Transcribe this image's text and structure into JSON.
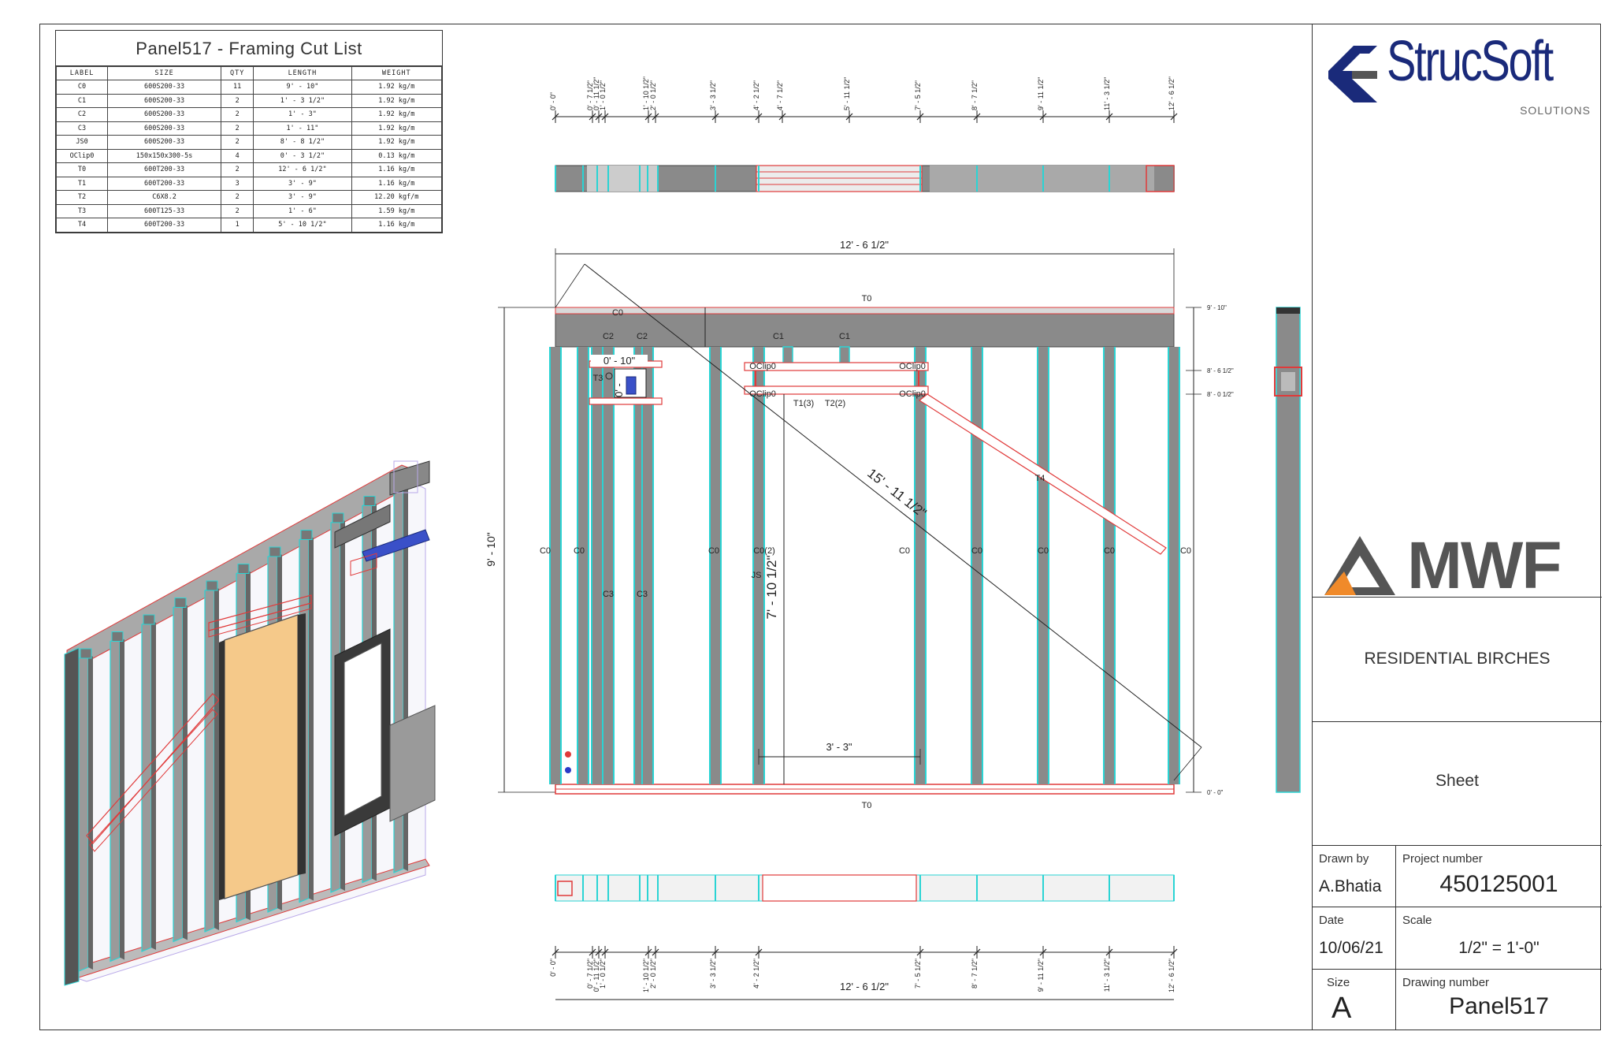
{
  "cut_list": {
    "title": "Panel517 - Framing Cut List",
    "columns": [
      "LABEL",
      "SIZE",
      "QTY",
      "LENGTH",
      "WEIGHT"
    ],
    "rows": [
      [
        "C0",
        "600S200-33",
        "11",
        "9' - 10\"",
        "1.92 kg/m"
      ],
      [
        "C1",
        "600S200-33",
        "2",
        "1' - 3 1/2\"",
        "1.92 kg/m"
      ],
      [
        "C2",
        "600S200-33",
        "2",
        "1' - 3\"",
        "1.92 kg/m"
      ],
      [
        "C3",
        "600S200-33",
        "2",
        "1' - 11\"",
        "1.92 kg/m"
      ],
      [
        "JS0",
        "600S200-33",
        "2",
        "8' - 8 1/2\"",
        "1.92 kg/m"
      ],
      [
        "OClip0",
        "150x150x300-5s",
        "4",
        "0' - 3 1/2\"",
        "0.13 kg/m"
      ],
      [
        "T0",
        "600T200-33",
        "2",
        "12' - 6 1/2\"",
        "1.16 kg/m"
      ],
      [
        "T1",
        "600T200-33",
        "3",
        "3' - 9\"",
        "1.16 kg/m"
      ],
      [
        "T2",
        "C6X8.2",
        "2",
        "3' - 9\"",
        "12.20 kgf/m"
      ],
      [
        "T3",
        "600T125-33",
        "2",
        "1' - 6\"",
        "1.59 kg/m"
      ],
      [
        "T4",
        "600T200-33",
        "1",
        "5' - 10 1/2\"",
        "1.16 kg/m"
      ]
    ]
  },
  "top_dims": [
    "0' - 0\"",
    "0' - 7 1/2\"",
    "0' - 11 1/2\"",
    "1' - 0 1/2\"",
    "1' - 10 1/2\"",
    "2' - 0 1/2\"",
    "3' - 3 1/2\"",
    "4' - 2 1/2\"",
    "4' - 7 1/2\"",
    "5' - 11 1/2\"",
    "7' - 5 1/2\"",
    "8' - 7 1/2\"",
    "9' - 11 1/2\"",
    "11' - 3 1/2\"",
    "12' - 6 1/2\""
  ],
  "bottom_dims": [
    "0' - 0\"",
    "0' - 7 1/2\"",
    "0' - 11 1/2\"",
    "1' - 0 1/2\"",
    "1' - 10 1/2\"",
    "2' - 0 1/2\"",
    "3' - 3 1/2\"",
    "4' - 2 1/2\"",
    "7' - 5 1/2\"",
    "8' - 7 1/2\"",
    "9' - 11 1/2\"",
    "11' - 3 1/2\"",
    "12' - 6 1/2\""
  ],
  "elevation": {
    "overall_width": "12' - 6 1/2\"",
    "overall_height": "9' - 10\"",
    "diagonal": "15' - 11 1/2\"",
    "opening_height": "7' - 10 1/2\"",
    "opening_width": "3' - 3\"",
    "small_opening_width": "0' - 10\"",
    "small_opening_height": "0' - ",
    "level_labels": [
      "9' - 10\"",
      "8' - 6 1/2\"",
      "8' - 0 1/2\"",
      "0' - 0\""
    ],
    "member_labels": {
      "t0_top": "T0",
      "t0_bottom": "T0",
      "c0": "C0",
      "c0_2": "C0(2)",
      "c1": "C1",
      "c2": "C2",
      "c3": "C3",
      "t3": "T3",
      "t4": "T4",
      "t1": "T1(3)",
      "t2": "T2(2)",
      "oclip": "OClip0",
      "js": "JS"
    }
  },
  "title_block": {
    "logo_strucsoft": "StrucSoft",
    "logo_solutions": "SOLUTIONS",
    "logo_mwf": "MWF",
    "project_name": "RESIDENTIAL BIRCHES",
    "sheet_label": "Sheet",
    "drawn_by_label": "Drawn by",
    "drawn_by": "A.Bhatia",
    "project_number_label": "Project number",
    "project_number": "450125001",
    "date_label": "Date",
    "date": "10/06/21",
    "scale_label": "Scale",
    "scale": "1/2\" = 1'-0\"",
    "size_label": "Size",
    "size": "A",
    "drawing_number_label": "Drawing number",
    "drawing_number": "Panel517"
  },
  "colors": {
    "cyan": "#2ad4d4",
    "red": "#e03a3a",
    "steel": "#8a8a8a",
    "navy": "#1a2a7a",
    "orange": "#f08a2a",
    "grey_logo": "#555555",
    "board": "#f5c98a"
  }
}
